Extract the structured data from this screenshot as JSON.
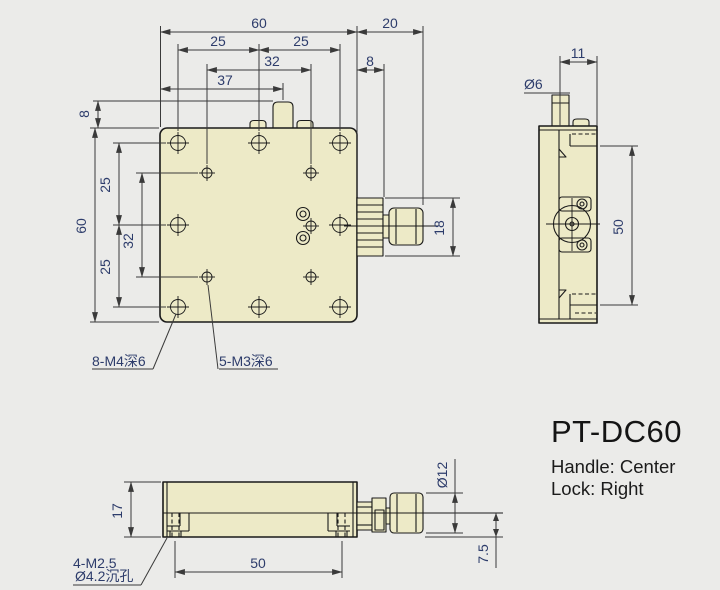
{
  "colors": {
    "background": "#ebebe9",
    "part_fill": "#edeac7",
    "outline": "#1a1a1a",
    "dimension_line": "#3a3a3a",
    "dimension_text": "#2d3c6b",
    "title_text": "#141414"
  },
  "front_view": {
    "dim_total_width": "60",
    "dim_knob_offset": "20",
    "dim_hole_span_left": "25",
    "dim_hole_span_right": "25",
    "dim_m3_span_h": "32",
    "dim_post_offset": "37",
    "dim_post_height": "8",
    "dim_knurl_length": "8",
    "dim_total_height": "60",
    "dim_hole_span_upper": "25",
    "dim_m3_span_v": "32",
    "dim_hole_span_lower": "25",
    "dim_knob_diameter": "18",
    "label_m4_holes": "8-M4深6",
    "label_m3_holes": "5-M3深6"
  },
  "side_view": {
    "dim_body_width": "11",
    "dim_post_diameter": "Ø6",
    "dim_travel_length": "50"
  },
  "bottom_view": {
    "dim_height": "17",
    "dim_hole_spacing": "50",
    "dim_knob_diameter": "Ø12",
    "dim_knob_center_height": "7.5",
    "label_base_holes_line1": "4-M2.5",
    "label_base_holes_line2": "Ø4.2沉孔"
  },
  "title_block": {
    "model": "PT-DC60",
    "handle": "Handle: Center",
    "lock": "Lock: Right"
  }
}
